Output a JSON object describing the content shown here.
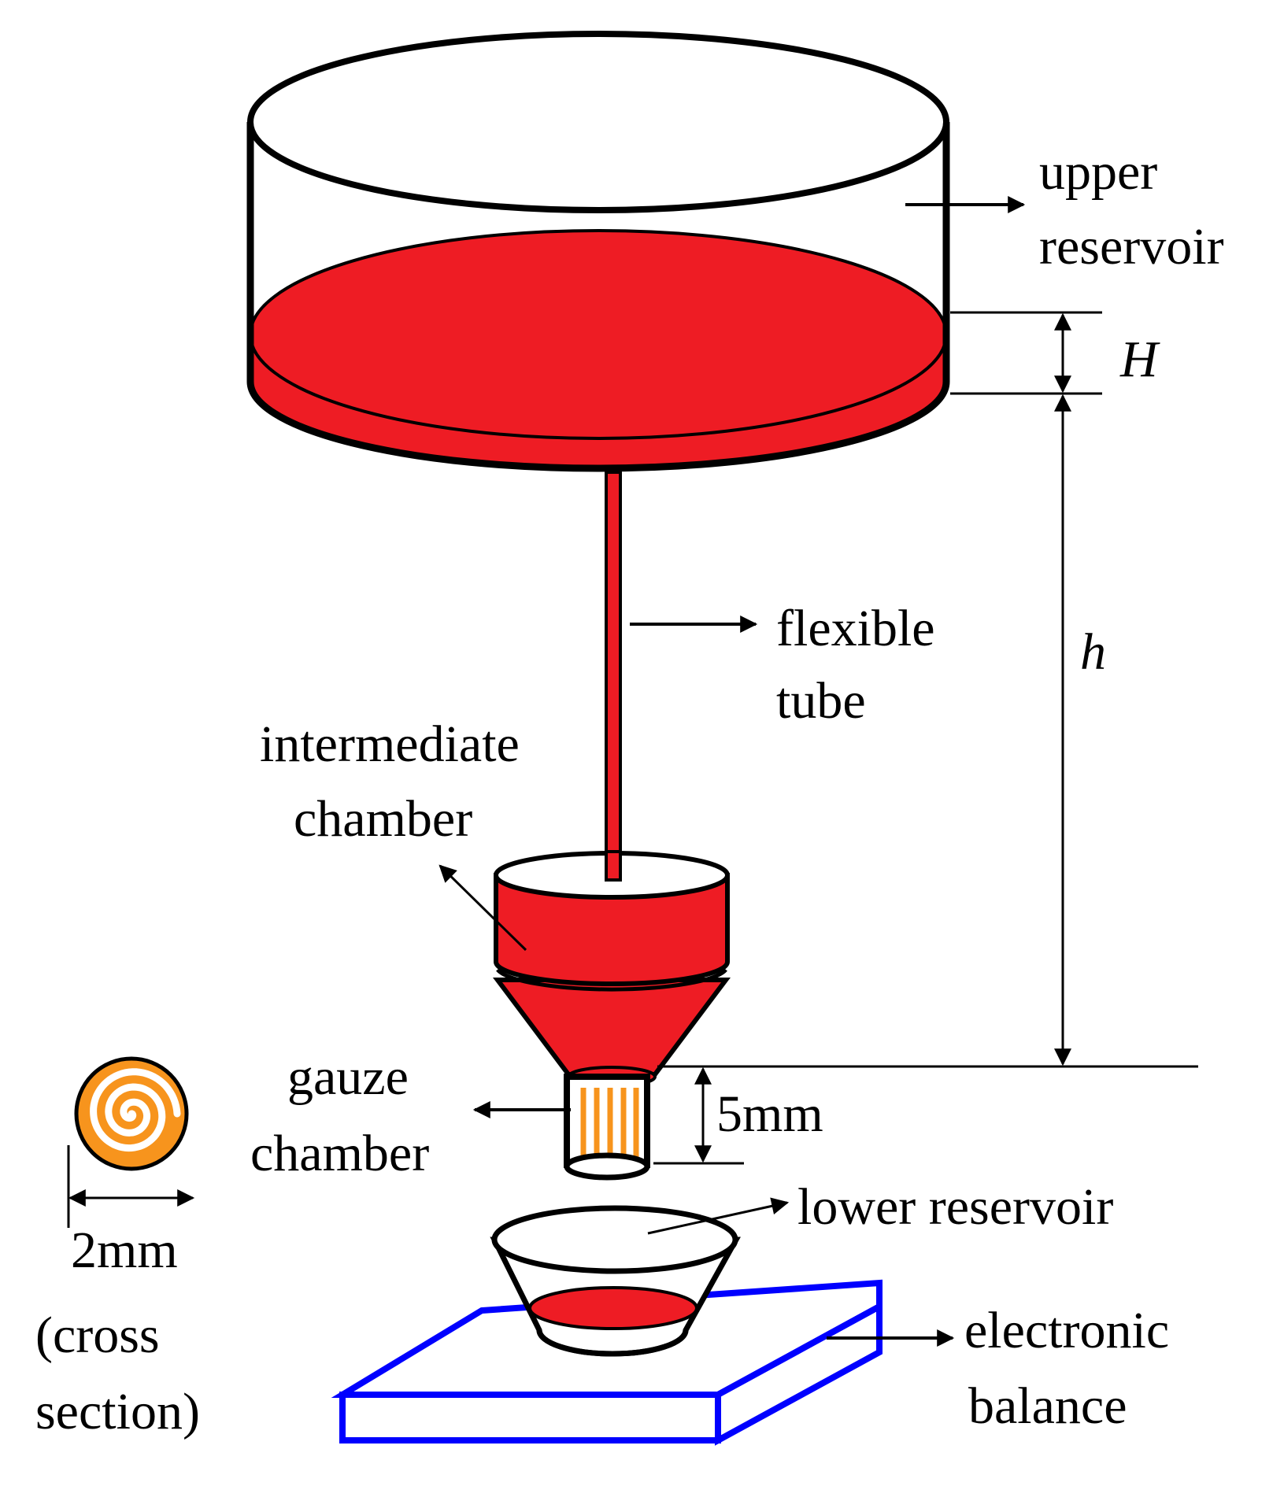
{
  "labels": {
    "upper_reservoir": [
      "upper",
      "reservoir"
    ],
    "H": "H",
    "h": "h",
    "flexible_tube": [
      "flexible",
      "tube"
    ],
    "intermediate_chamber": [
      "intermediate",
      "chamber"
    ],
    "gauze_chamber": [
      "gauze",
      "chamber"
    ],
    "five_mm": "5mm",
    "two_mm": "2mm",
    "cross_section": [
      "(cross",
      "section)"
    ],
    "lower_reservoir": "lower reservoir",
    "electronic_balance": [
      "electronic",
      "balance"
    ]
  },
  "colors": {
    "liquid": "#ee1c24",
    "gauze": "#f7941d",
    "balance": "#0000ff",
    "outline": "#000000"
  }
}
